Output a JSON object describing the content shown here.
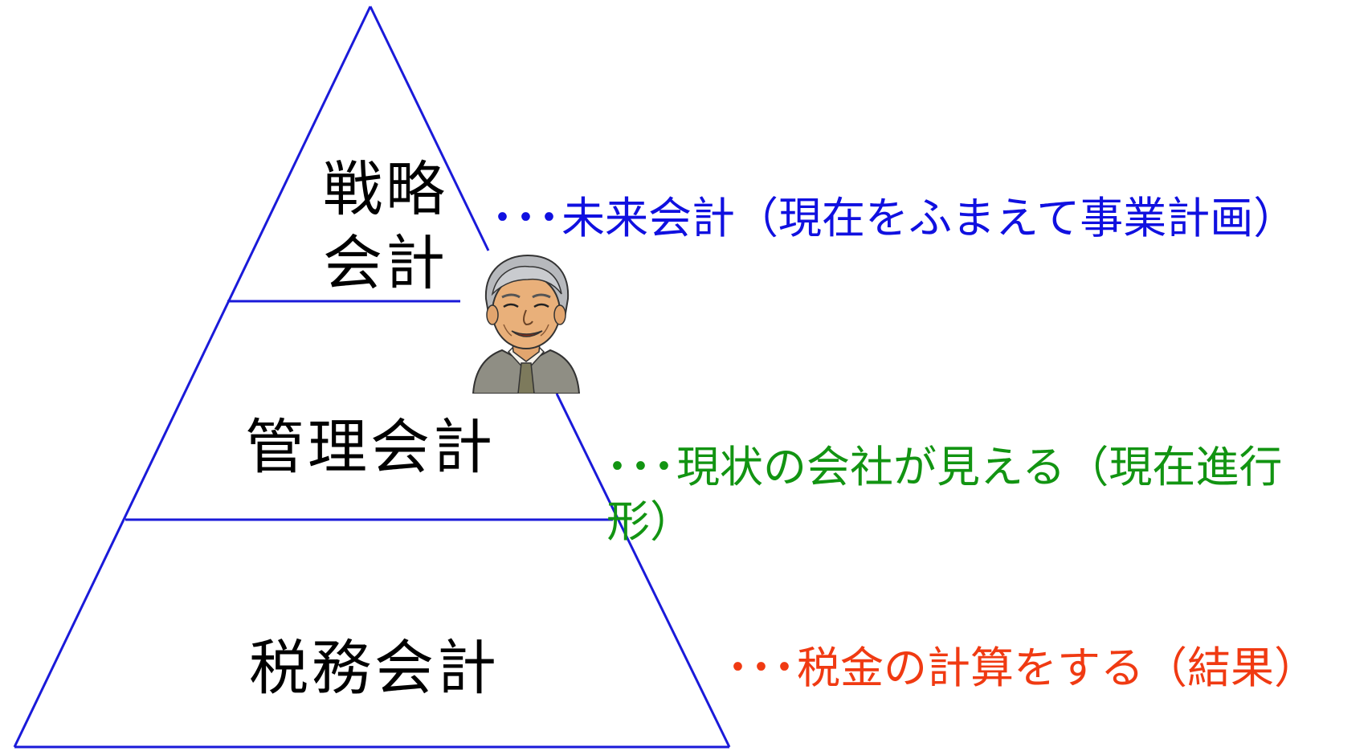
{
  "pyramid": {
    "line_color": "#1a1ad9",
    "tiers": [
      {
        "id": "strategy",
        "label_lines": [
          "戦略",
          "会計"
        ]
      },
      {
        "id": "management",
        "label": "管理会計"
      },
      {
        "id": "tax",
        "label": "税務会計"
      }
    ]
  },
  "descriptions": {
    "strategy": {
      "dots": "･･･",
      "text": "未来会計（現在をふまえて事業計画）",
      "color": "#1010e0"
    },
    "management": {
      "dots": "･･･",
      "text_line1": "現状の会社が見える（現在進行",
      "text_line2": "形）",
      "color": "#129412"
    },
    "tax": {
      "dots": "･･･",
      "text": "税金の計算をする（結果）",
      "color": "#f03a12"
    }
  },
  "advisor": {
    "icon": "advisor-portrait-icon",
    "suit_color": "#8f8e84",
    "skin_color": "#e9b07a",
    "hair_color": "#b7b9bd"
  }
}
